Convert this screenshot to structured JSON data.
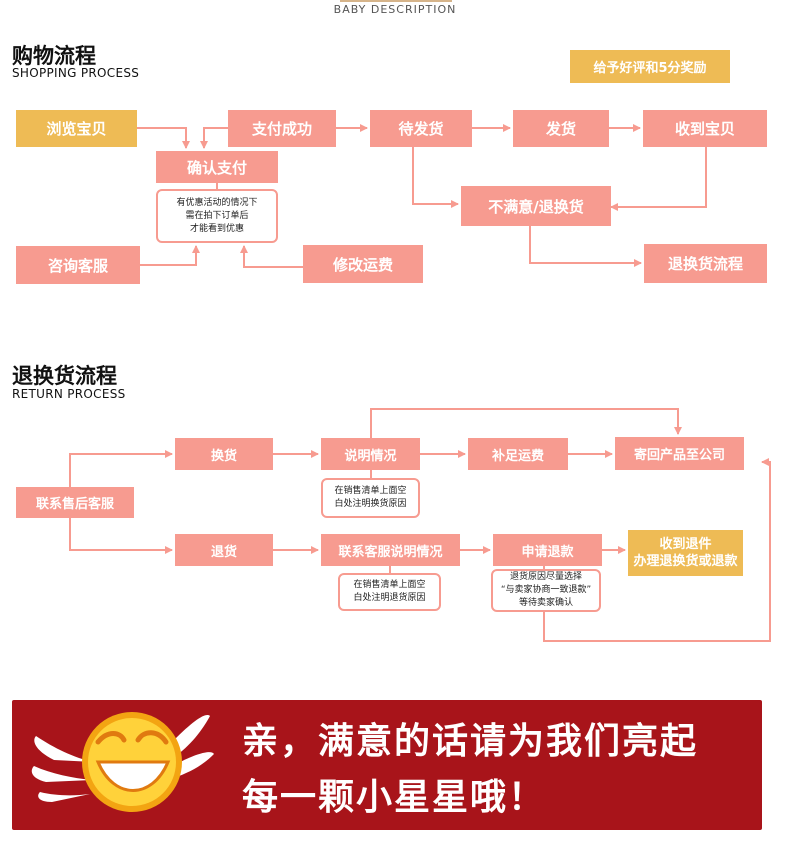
{
  "header": {
    "subtitle": "BABY DESCRIPTION"
  },
  "shopping": {
    "title": "购物流程",
    "subtitle": "SHOPPING PROCESS",
    "reward": "给予好评和5分奖励",
    "steps": {
      "browse": "浏览宝贝",
      "pay_success": "支付成功",
      "await_ship": "待发货",
      "shipped": "发货",
      "received": "收到宝贝",
      "confirm_pay": "确认支付",
      "consult": "咨询客服",
      "modify_shipping": "修改运费",
      "unsatisfied": "不满意/退换货",
      "return_flow": "退换货流程"
    },
    "note_lines": [
      "有优惠活动的情况下",
      "需在拍下订单后",
      "才能看到优惠"
    ]
  },
  "returns": {
    "title": "退换货流程",
    "subtitle": "RETURN PROCESS",
    "steps": {
      "contact": "联系售后客服",
      "exchange": "换货",
      "explain": "说明情况",
      "add_shipping": "补足运费",
      "send_back": "寄回产品至公司",
      "refund": "退货",
      "contact_explain": "联系客服说明情况",
      "apply_refund": "申请退款",
      "receive_line1": "收到退件",
      "receive_line2": "办理退换货或退款"
    },
    "note_exchange": [
      "在销售清单上面空",
      "白处注明换货原因"
    ],
    "note_refund": [
      "在销售清单上面空",
      "白处注明退货原因"
    ],
    "note_apply": [
      "退货原因尽量选择",
      "“与卖家协商一致退款”",
      "等待卖家确认"
    ]
  },
  "banner": {
    "line1": "亲，满意的话请为我们亮起",
    "line2": "每一颗小星星哦！"
  },
  "colors": {
    "salmon": "#f79b90",
    "yellow": "#eebb55",
    "banner_red": "#a8141a"
  }
}
